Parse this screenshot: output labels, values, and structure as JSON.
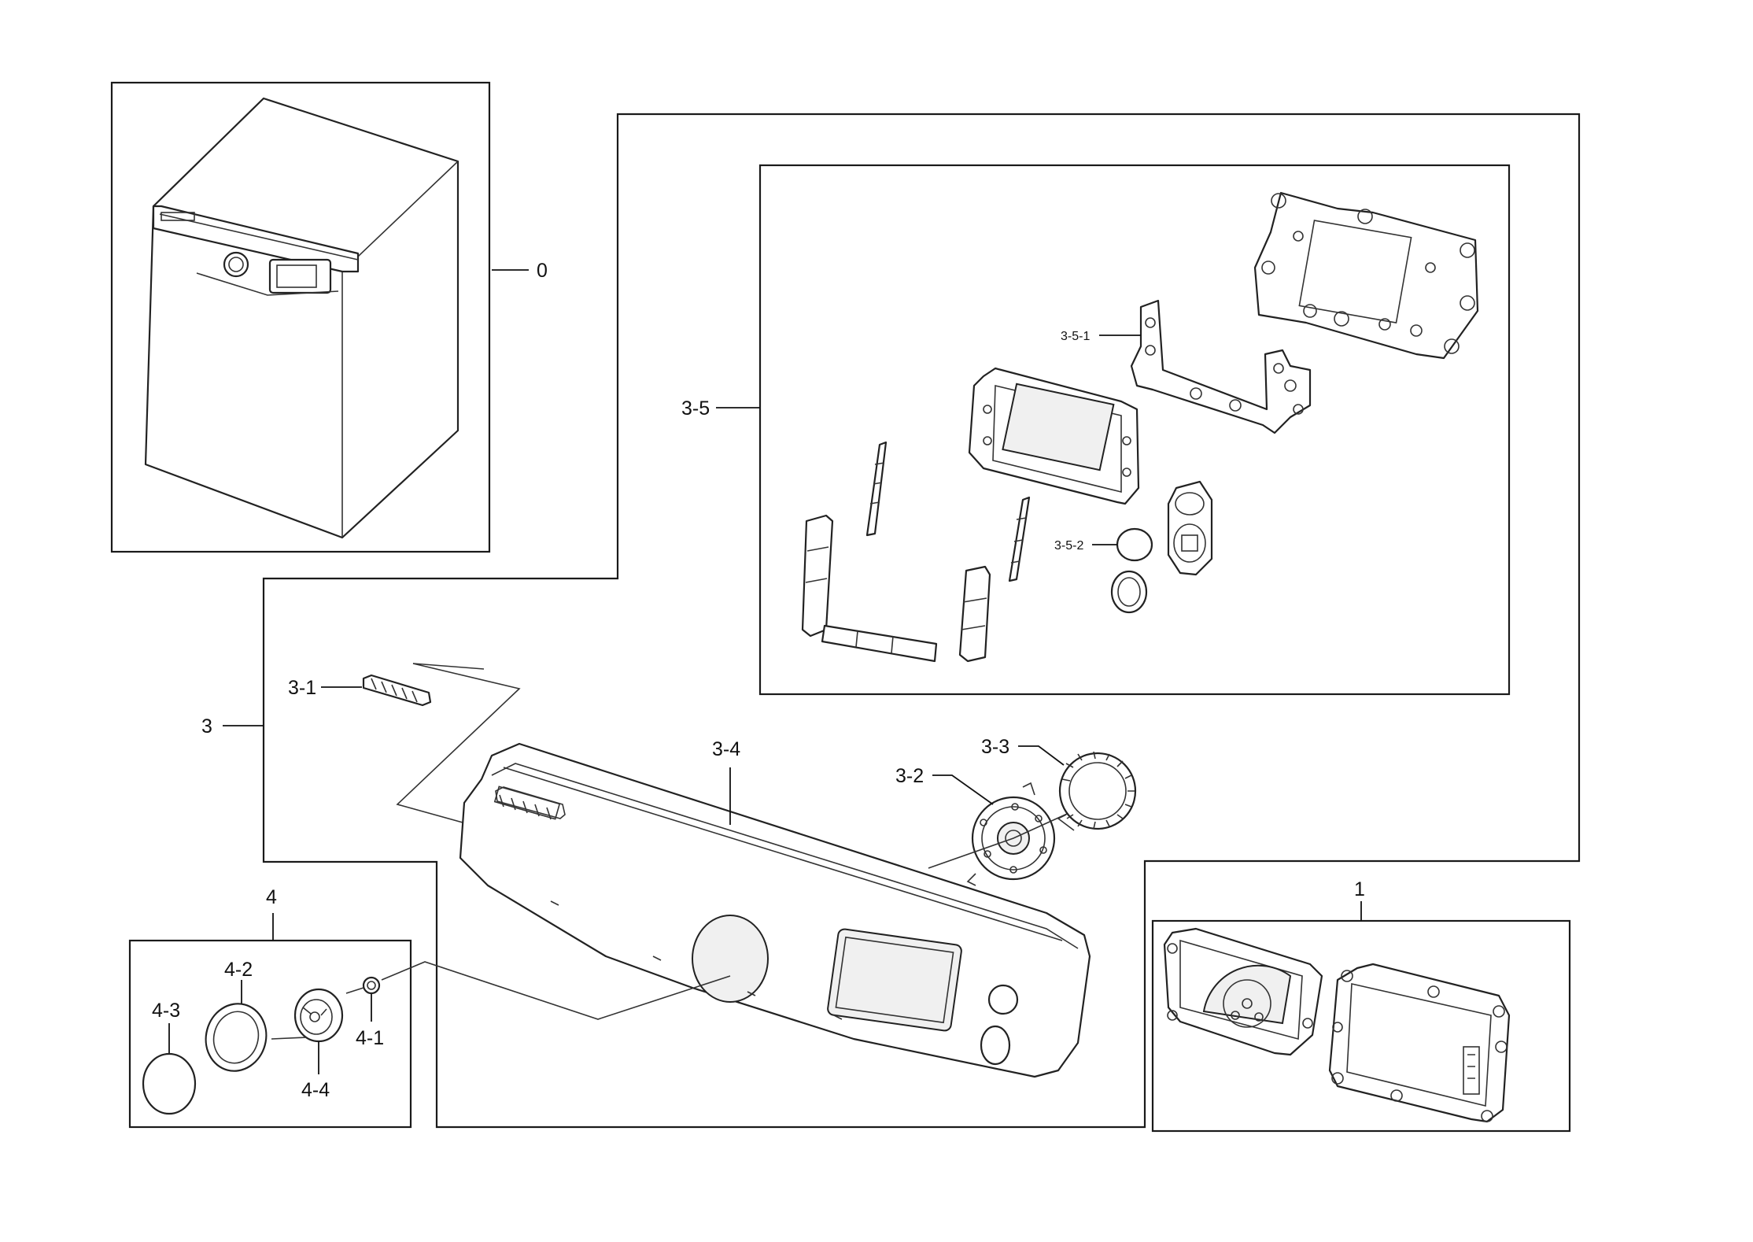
{
  "labels": {
    "l0": "0",
    "l1": "1",
    "l3": "3",
    "l3_1": "3-1",
    "l3_2": "3-2",
    "l3_3": "3-3",
    "l3_4": "3-4",
    "l3_5": "3-5",
    "l3_5_1": "3-5-1",
    "l3_5_2": "3-5-2",
    "l4": "4",
    "l4_1": "4-1",
    "l4_2": "4-2",
    "l4_3": "4-3",
    "l4_4": "4-4"
  },
  "colors": {
    "line": "#1a1a1a",
    "background": "#ffffff",
    "fill": "#f0f0f0"
  }
}
